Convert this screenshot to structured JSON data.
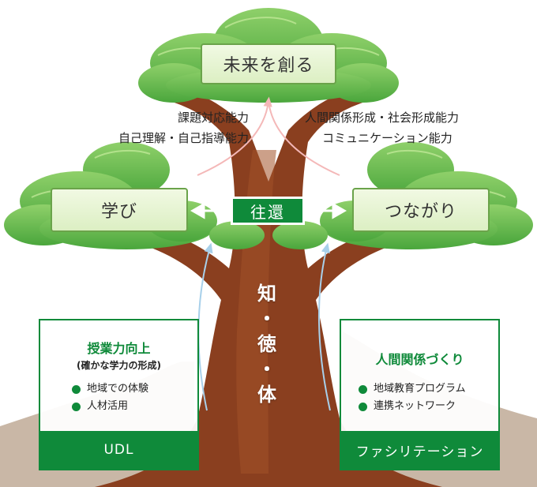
{
  "top_goal": "未来を創る",
  "left_branch": "学び",
  "right_branch": "つながり",
  "exchange": "往還",
  "left_abilities": [
    "課題対応能力",
    "自己理解・自己指導能力"
  ],
  "right_abilities": [
    "人間関係形成・社会形成能力",
    "コミュニケーション能力"
  ],
  "trunk_label": [
    "知",
    "・",
    "徳",
    "・",
    "体"
  ],
  "left_panel": {
    "title": "授業力向上",
    "subtitle": "(確かな学力の形成)",
    "items": [
      "地域での体験",
      "人材活用"
    ],
    "band": "UDL"
  },
  "right_panel": {
    "title": "人間関係づくり",
    "items": [
      "地域教育プログラム",
      "連携ネットワーク"
    ],
    "band": "ファシリテーション"
  },
  "colors": {
    "leaf": "#5fb546",
    "leaf_light": "#8fd06a",
    "trunk": "#8a3f1f",
    "accent_green": "#0f8a3a",
    "arrow_blue": "#a8d0ea",
    "arrow_pink": "#f4b8b8",
    "label_border": "#6aa34a"
  }
}
